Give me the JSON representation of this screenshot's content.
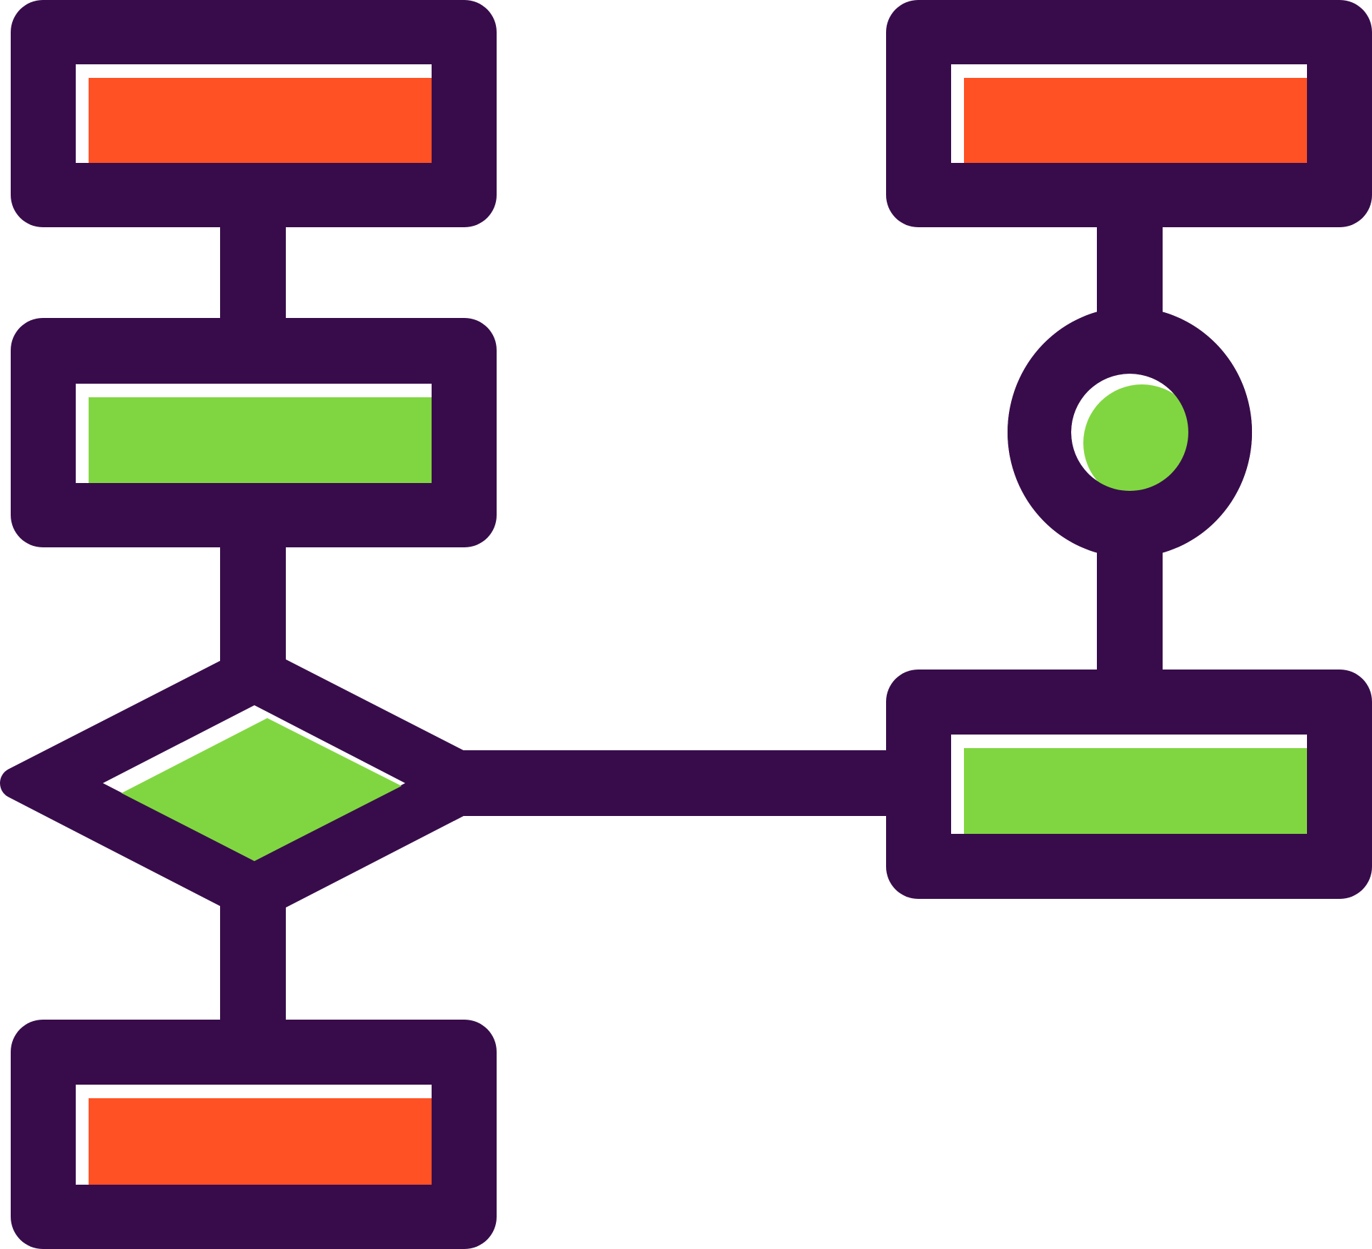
{
  "colors": {
    "outline": "#380c4b",
    "orange_fill": "#ff5124",
    "green_fill": "#80d640",
    "highlight": "#ffffff",
    "background": "#ffffff"
  },
  "icon": {
    "name": "flowchart-icon",
    "nodes": [
      {
        "id": "node-top-left",
        "shape": "rectangle",
        "fill": "orange"
      },
      {
        "id": "node-middle-left",
        "shape": "rectangle",
        "fill": "green"
      },
      {
        "id": "node-decision",
        "shape": "diamond",
        "fill": "green"
      },
      {
        "id": "node-bottom-left",
        "shape": "rectangle",
        "fill": "orange"
      },
      {
        "id": "node-top-right",
        "shape": "rectangle",
        "fill": "orange"
      },
      {
        "id": "node-circle",
        "shape": "circle",
        "fill": "green"
      },
      {
        "id": "node-bottom-right",
        "shape": "rectangle",
        "fill": "green"
      }
    ],
    "edges": [
      [
        "node-top-left",
        "node-middle-left"
      ],
      [
        "node-middle-left",
        "node-decision"
      ],
      [
        "node-decision",
        "node-bottom-left"
      ],
      [
        "node-decision",
        "node-bottom-right"
      ],
      [
        "node-top-right",
        "node-circle"
      ],
      [
        "node-circle",
        "node-bottom-right"
      ]
    ]
  }
}
